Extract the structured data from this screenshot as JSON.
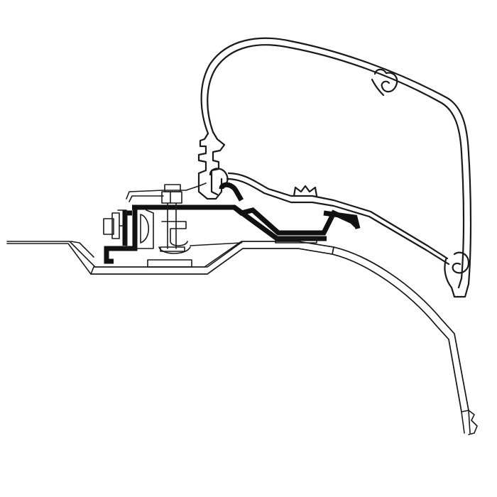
{
  "colors": {
    "background": "#ffffff",
    "line": "#1a1a1a",
    "adapter": "#111111",
    "hatch": "#1a1a1a"
  },
  "components": [
    {
      "id": "awning-cassette-housing",
      "icon": "outline-profile"
    },
    {
      "id": "mounting-adapter-rail",
      "icon": "solid-profile"
    },
    {
      "id": "vehicle-roof-panel",
      "icon": "hatched-section"
    },
    {
      "id": "gutter-clamp-bolt",
      "icon": "hex-bolt"
    }
  ]
}
